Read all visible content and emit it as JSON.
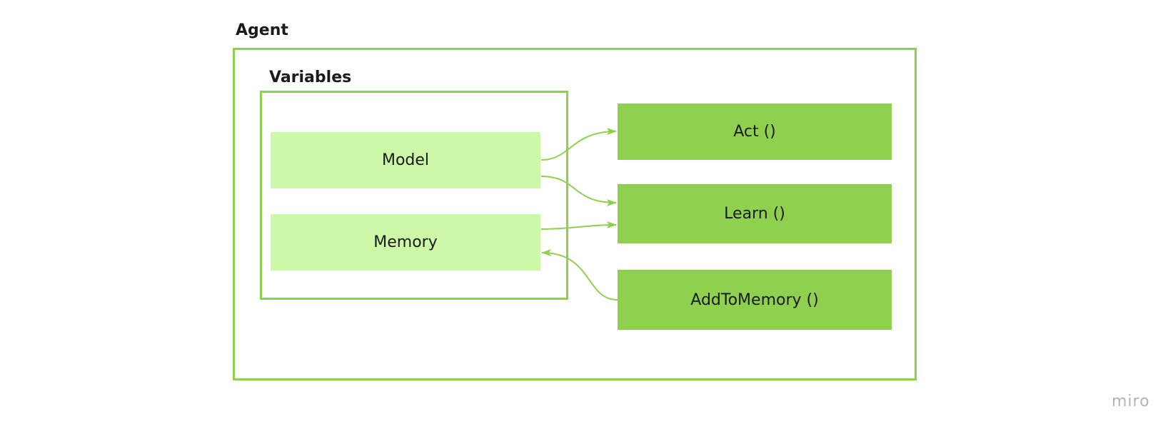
{
  "diagram": {
    "agent_label": "Agent",
    "variables_label": "Variables",
    "variables": [
      {
        "id": "model",
        "label": "Model"
      },
      {
        "id": "memory",
        "label": "Memory"
      }
    ],
    "functions": [
      {
        "id": "act",
        "label": "Act ()"
      },
      {
        "id": "learn",
        "label": "Learn ()"
      },
      {
        "id": "addtomemory",
        "label": "AddToMemory ()"
      }
    ],
    "edges": [
      {
        "from": "model",
        "to": "act"
      },
      {
        "from": "model",
        "to": "learn"
      },
      {
        "from": "memory",
        "to": "learn"
      },
      {
        "from": "addtomemory",
        "to": "memory"
      }
    ],
    "colors": {
      "frame": "#8fd14f",
      "variable_fill": "#cdf8a8",
      "function_fill": "#8fd14f",
      "edge": "#8fd14f"
    }
  },
  "watermark": "miro"
}
